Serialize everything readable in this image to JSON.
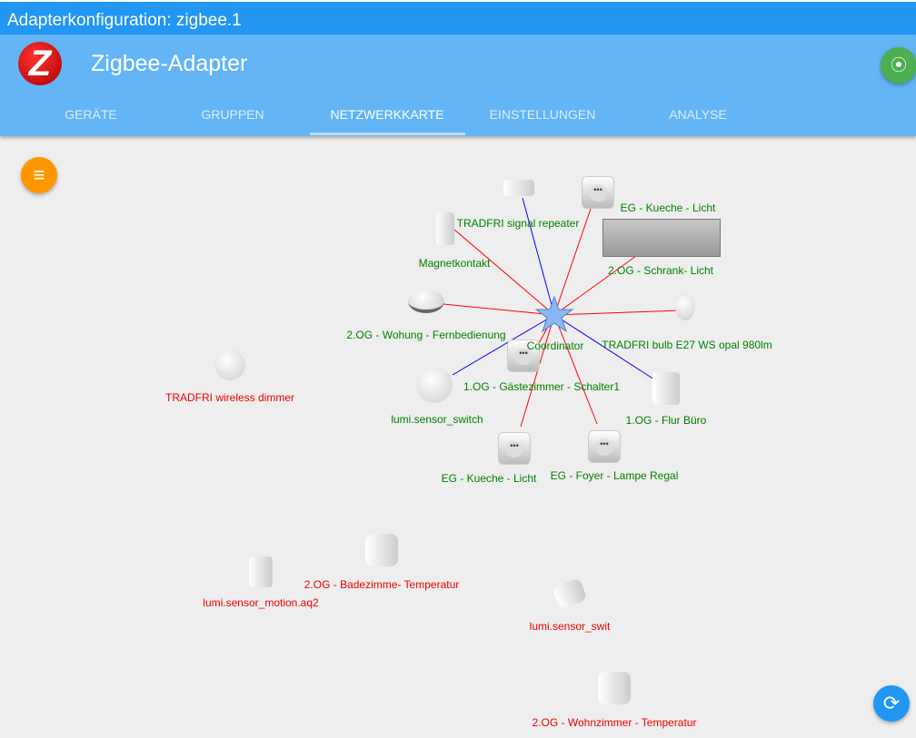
{
  "window": {
    "title": "Adapterkonfiguration: zigbee.1"
  },
  "header": {
    "title": "Zigbee-Adapter",
    "logo_letter": "Z"
  },
  "tabs": [
    {
      "label": "GERÄTE"
    },
    {
      "label": "GRUPPEN"
    },
    {
      "label": "NETZWERKKARTE",
      "active": true
    },
    {
      "label": "EINSTELLUNGEN"
    },
    {
      "label": "ANALYSE"
    }
  ],
  "colors": {
    "online": "#008000",
    "offline": "#ee0000",
    "link_good": "#ff0000",
    "link_other": "#0000ff"
  },
  "map": {
    "coordinator": "Coordinator",
    "nodes": [
      {
        "label": "TRADFRI signal repeater"
      },
      {
        "label": "EG - Kueche - Licht"
      },
      {
        "label": "Magnetkontakt"
      },
      {
        "label": "2.OG - Schrank- Licht"
      },
      {
        "label": "2.OG - Wohung - Fernbedienung"
      },
      {
        "label": "TRADFRI bulb E27 WS opal 980lm"
      },
      {
        "label": "1.OG - Gästezimmer - Schalter1"
      },
      {
        "label": "lumi.sensor_switch"
      },
      {
        "label": "1.OG - Flur Büro"
      },
      {
        "label": "EG - Kueche - Licht"
      },
      {
        "label": "EG - Foyer - Lampe Regal"
      }
    ],
    "offline": [
      {
        "label": "TRADFRI wireless dimmer"
      },
      {
        "label": "lumi.sensor_motion.aq2"
      },
      {
        "label": "2.OG - Badezimme- Temperatur"
      },
      {
        "label": "lumi.sensor_swit"
      },
      {
        "label": "2.OG - Wohnzimmer - Temperatur"
      }
    ]
  }
}
